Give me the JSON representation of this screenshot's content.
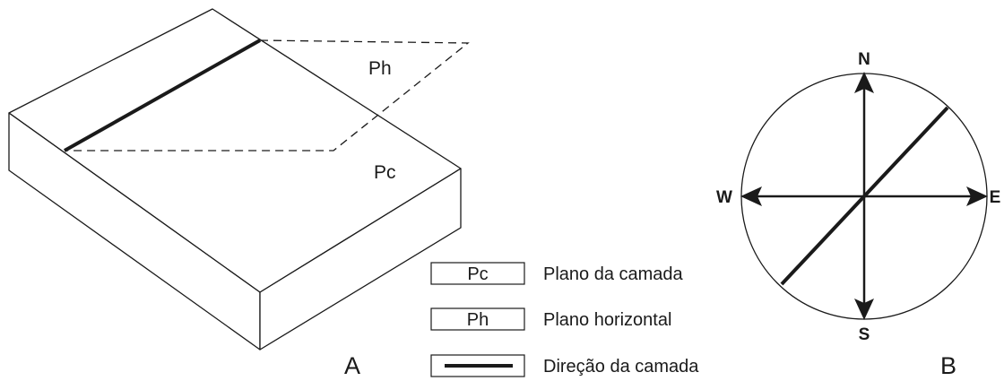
{
  "block": {
    "top_plane_label": "Pc",
    "horizontal_plane_label": "Ph",
    "panel_label": "A"
  },
  "compass": {
    "north": "N",
    "south": "S",
    "east": "E",
    "west": "W",
    "panel_label": "B"
  },
  "legend": {
    "items": [
      {
        "symbol": "Pc",
        "label": "Plano da camada"
      },
      {
        "symbol": "Ph",
        "label": "Plano horizontal"
      },
      {
        "symbol": "",
        "label": "Direção da camada"
      }
    ]
  }
}
